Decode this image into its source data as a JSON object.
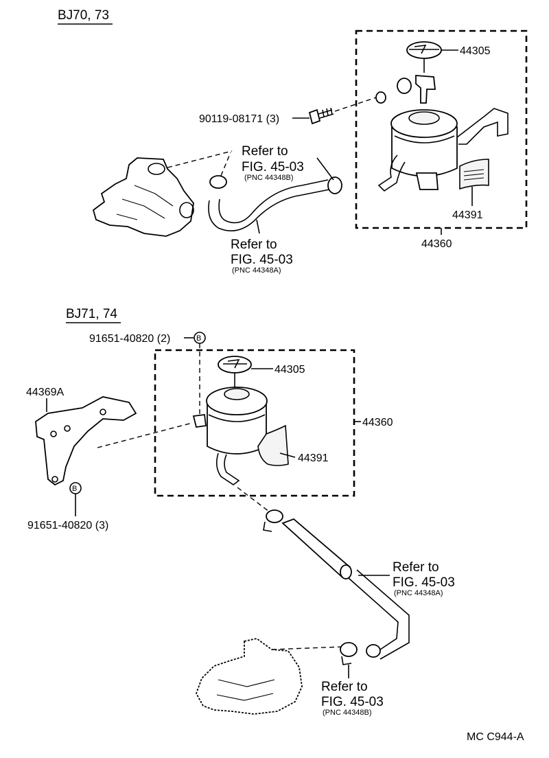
{
  "sections": [
    {
      "title": "BJ70, 73",
      "labels": {
        "cap": "44305",
        "bolt": "90119-08171 (3)",
        "refer_top": "Refer to",
        "fig_top": "FIG. 45-03",
        "pnc_top": "(PNC 44348B)",
        "refer_bottom": "Refer to",
        "fig_bottom": "FIG. 45-03",
        "pnc_bottom": "(PNC 44348A)",
        "clamp": "44391",
        "assembly": "44360"
      }
    },
    {
      "title": "BJ71, 74",
      "labels": {
        "bolt_top": "91651-40820 (2)",
        "bolt_top_marker": "B",
        "cap": "44305",
        "bracket": "44369A",
        "assembly": "44360",
        "clamp": "44391",
        "bolt_bottom": "91651-40820 (3)",
        "bolt_bottom_marker": "B",
        "refer_mid": "Refer to",
        "fig_mid": "FIG. 45-03",
        "pnc_mid": "(PNC 44348A)",
        "refer_bottom": "Refer to",
        "fig_bottom": "FIG. 45-03",
        "pnc_bottom": "(PNC 44348B)"
      }
    }
  ],
  "footer_code": "MC  C944-A"
}
